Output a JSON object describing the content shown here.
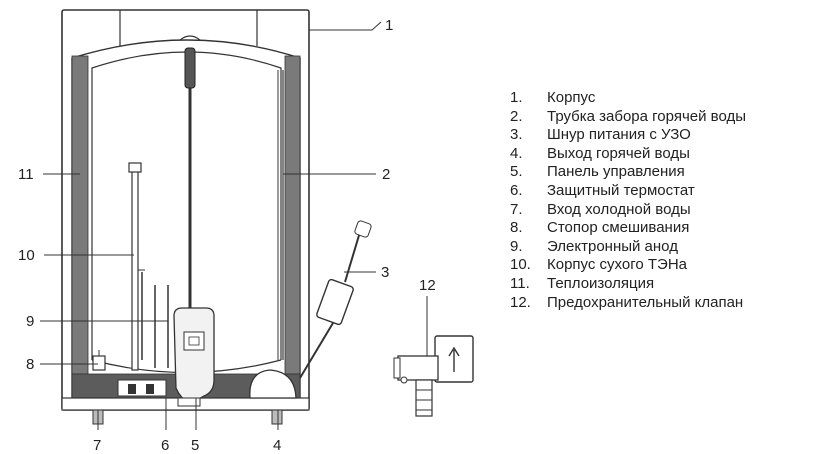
{
  "callouts": {
    "c1": "1",
    "c2": "2",
    "c3": "3",
    "c4": "4",
    "c5": "5",
    "c6": "6",
    "c7": "7",
    "c8": "8",
    "c9": "9",
    "c10": "10",
    "c11": "11",
    "c12": "12"
  },
  "legend": [
    {
      "num": "1.",
      "text": "Корпус"
    },
    {
      "num": "2.",
      "text": "Трубка забора горячей воды"
    },
    {
      "num": "3.",
      "text": "Шнур питания с УЗО"
    },
    {
      "num": "4.",
      "text": "Выход горячей воды"
    },
    {
      "num": "5.",
      "text": "Панель управления"
    },
    {
      "num": "6.",
      "text": "Защитный термостат"
    },
    {
      "num": "7.",
      "text": "Вход холодной воды"
    },
    {
      "num": "8.",
      "text": "Стопор смешивания"
    },
    {
      "num": "9.",
      "text": "Электронный анод"
    },
    {
      "num": "10.",
      "text": "Корпус сухого ТЭНа"
    },
    {
      "num": "11.",
      "text": "Теплоизоляция"
    },
    {
      "num": "12.",
      "text": "Предохранительный клапан"
    }
  ]
}
